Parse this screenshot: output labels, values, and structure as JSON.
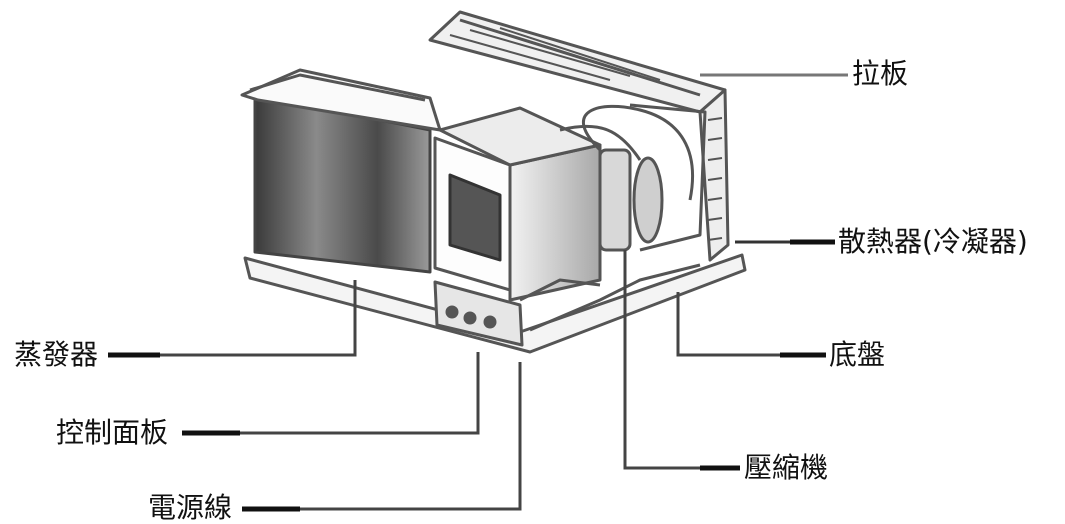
{
  "labels": {
    "pull_plate": "拉板",
    "condenser": "散熱器(冷凝器)",
    "evaporator": "蒸發器",
    "base_pan": "底盤",
    "control_panel": "控制面板",
    "compressor": "壓縮機",
    "power_cord": "電源線"
  }
}
